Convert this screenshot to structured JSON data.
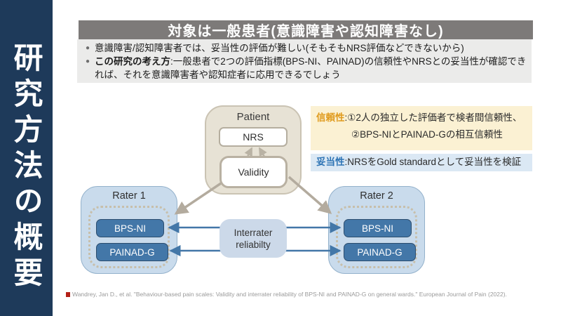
{
  "sidebar": {
    "title": "研究方法の概要"
  },
  "header": {
    "title": "対象は一般患者(意識障害や認知障害なし)"
  },
  "bullets": {
    "marker": "●",
    "item1": "意識障害/認知障害者では、妥当性の評価が難しい(そもそもNRS評価などできないから)",
    "item2_bold": "この研究の考え方",
    "item2_rest": ":一般患者で2つの評価指標(BPS-NI、PAINAD)の信頼性やNRSとの妥当性が確認できれば、それを意識障害者や認知症者に応用できるでしょう"
  },
  "notes": {
    "reliability_label": "信頼性",
    "reliability_line1": ":①2人の独立した評価者で検者間信頼性、",
    "reliability_line2": "②BPS-NIとPAINAD-Gの相互信頼性",
    "validity_label": "妥当性",
    "validity_text": ":NRSをGold standardとして妥当性を検証"
  },
  "diagram": {
    "patient_label": "Patient",
    "nrs_label": "NRS",
    "validity_label": "Validity",
    "rater1_label": "Rater 1",
    "rater2_label": "Rater 2",
    "bpsni_label": "BPS-NI",
    "painadg_label": "PAINAD-G",
    "interrater_line1": "Interrater",
    "interrater_line2": "reliabilty"
  },
  "footer": {
    "citation": "Wandrey, Jan D., et al. \"Behaviour-based pain scales: Validity and interrater reliability of BPS-NI and PAINAD-G on general wards.\" European Journal of Pain (2022)."
  },
  "colors": {
    "sidebar_navy": "#1e3a5a",
    "header_gray": "#7d7a79",
    "panel_gray": "#ebebea",
    "note_yellow_bg": "#fbf1d3",
    "note_yellow_label": "#e09b1e",
    "note_blue_bg": "#dbe8f4",
    "note_blue_label": "#2e74b5",
    "patient_beige": "#e7e2d5",
    "rater_light_blue": "#c9dbec",
    "scale_steel_blue": "#4377a8",
    "arrow_blue": "#4377a8",
    "arrow_tan": "#b3ab9e"
  }
}
